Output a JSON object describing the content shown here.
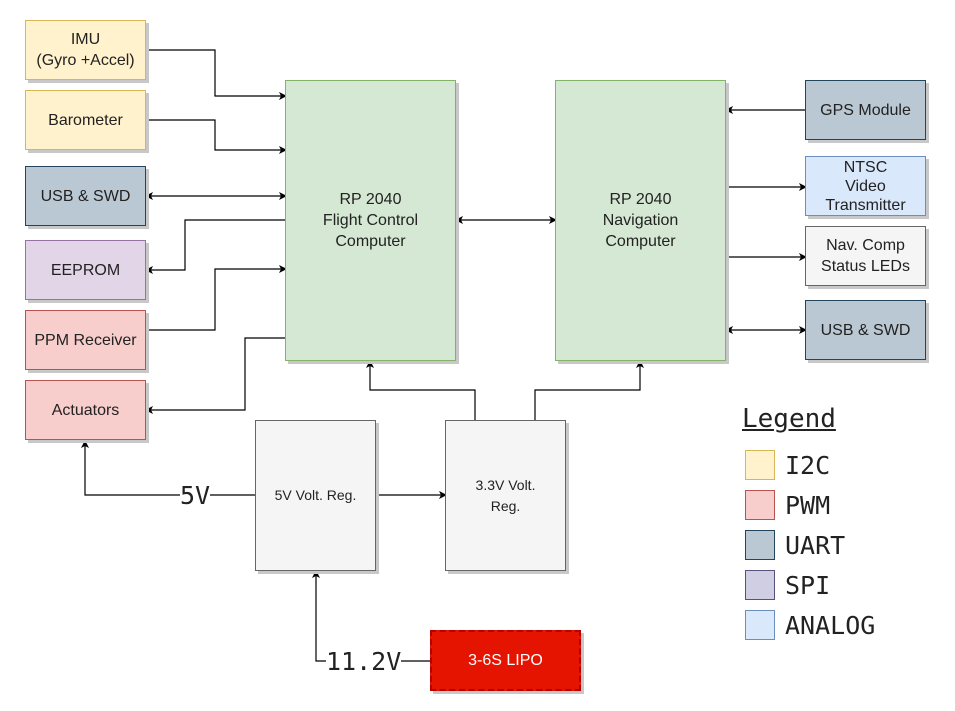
{
  "blocks": {
    "imu": "IMU\n(Gyro +Accel)",
    "barometer": "Barometer",
    "usb_swd_left": "USB & SWD",
    "eeprom": "EEPROM",
    "ppm_receiver": "PPM Receiver",
    "actuators": "Actuators",
    "flight_control": "RP 2040\nFlight Control\nComputer",
    "navigation": "RP 2040\nNavigation\nComputer",
    "gps": "GPS Module",
    "ntsc": "NTSC\nVideo\nTransmitter",
    "status_leds": "Nav. Comp\nStatus LEDs",
    "usb_swd_right": "USB & SWD",
    "reg_5v": "5V Volt. Reg.",
    "reg_3v3": "3.3V Volt.\nReg.",
    "lipo": "3-6S LIPO"
  },
  "voltage_labels": {
    "v5": "5V",
    "v11": "11.2V"
  },
  "legend": {
    "title": "Legend",
    "items": [
      {
        "label": "I2C",
        "fill": "#fff2cc",
        "stroke": "#d6b656"
      },
      {
        "label": "PWM",
        "fill": "#f8cecc",
        "stroke": "#b85450"
      },
      {
        "label": "UART",
        "fill": "#bac8d3",
        "stroke": "#23445d"
      },
      {
        "label": "SPI",
        "fill": "#d0cee2",
        "stroke": "#56517e"
      },
      {
        "label": "ANALOG",
        "fill": "#dae8fc",
        "stroke": "#6c8ebf"
      }
    ]
  }
}
